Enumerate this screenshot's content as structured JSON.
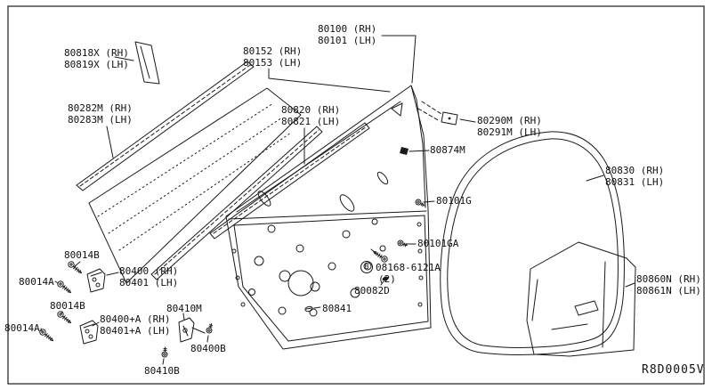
{
  "diagram": {
    "ref_code": "R8D0005V",
    "stroke_color": "#1a1a1a",
    "labels": {
      "part_80818x": {
        "line1": "80818X (RH)",
        "line2": "80819X (LH)"
      },
      "part_80282m": {
        "line1": "80282M (RH)",
        "line2": "80283M (LH)"
      },
      "part_80152": {
        "line1": "80152 (RH)",
        "line2": "80153 (LH)"
      },
      "part_80100": {
        "line1": "80100 (RH)",
        "line2": "80101 (LH)"
      },
      "part_80820": {
        "line1": "80820 (RH)",
        "line2": "80821 (LH)"
      },
      "part_80290m": {
        "line1": "80290M (RH)",
        "line2": "80291M (LH)"
      },
      "part_80874m": {
        "line1": "80874M"
      },
      "part_80830": {
        "line1": "80830 (RH)",
        "line2": "80831 (LH)"
      },
      "part_80101g": {
        "line1": "80101G"
      },
      "part_80101ga": {
        "line1": "80101GA"
      },
      "part_08168": {
        "badge": "B",
        "line1": "08168-6121A",
        "line2": "(2)"
      },
      "part_80860n": {
        "line1": "80860N (RH)",
        "line2": "80861N (LH)"
      },
      "part_80014b_upper": {
        "line1": "80014B"
      },
      "part_80014a_upper": {
        "line1": "80014A"
      },
      "part_80400": {
        "line1": "80400 (RH)",
        "line2": "80401 (LH)"
      },
      "part_80014b_lower": {
        "line1": "80014B"
      },
      "part_80014a_lower": {
        "line1": "80014A"
      },
      "part_80400a": {
        "line1": "80400+A (RH)",
        "line2": "80401+A (LH)"
      },
      "part_80410m": {
        "line1": "80410M"
      },
      "part_80400b": {
        "line1": "80400B"
      },
      "part_80410b": {
        "line1": "80410B"
      },
      "part_80841": {
        "line1": "80841"
      },
      "part_80082d": {
        "line1": "80082D"
      }
    }
  }
}
